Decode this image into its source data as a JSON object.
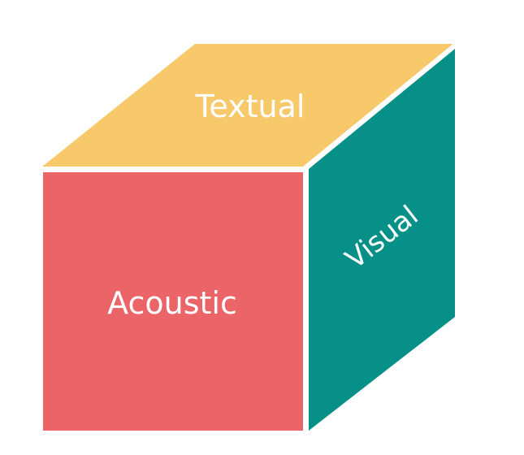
{
  "diagram": {
    "faces": {
      "top": {
        "label": "Textual",
        "color": "#f8c96b"
      },
      "front": {
        "label": "Acoustic",
        "color": "#eb6468"
      },
      "side": {
        "label": "Visual",
        "color": "#079087"
      }
    },
    "edge_color": "#ffffff",
    "background": "#ffffff"
  }
}
